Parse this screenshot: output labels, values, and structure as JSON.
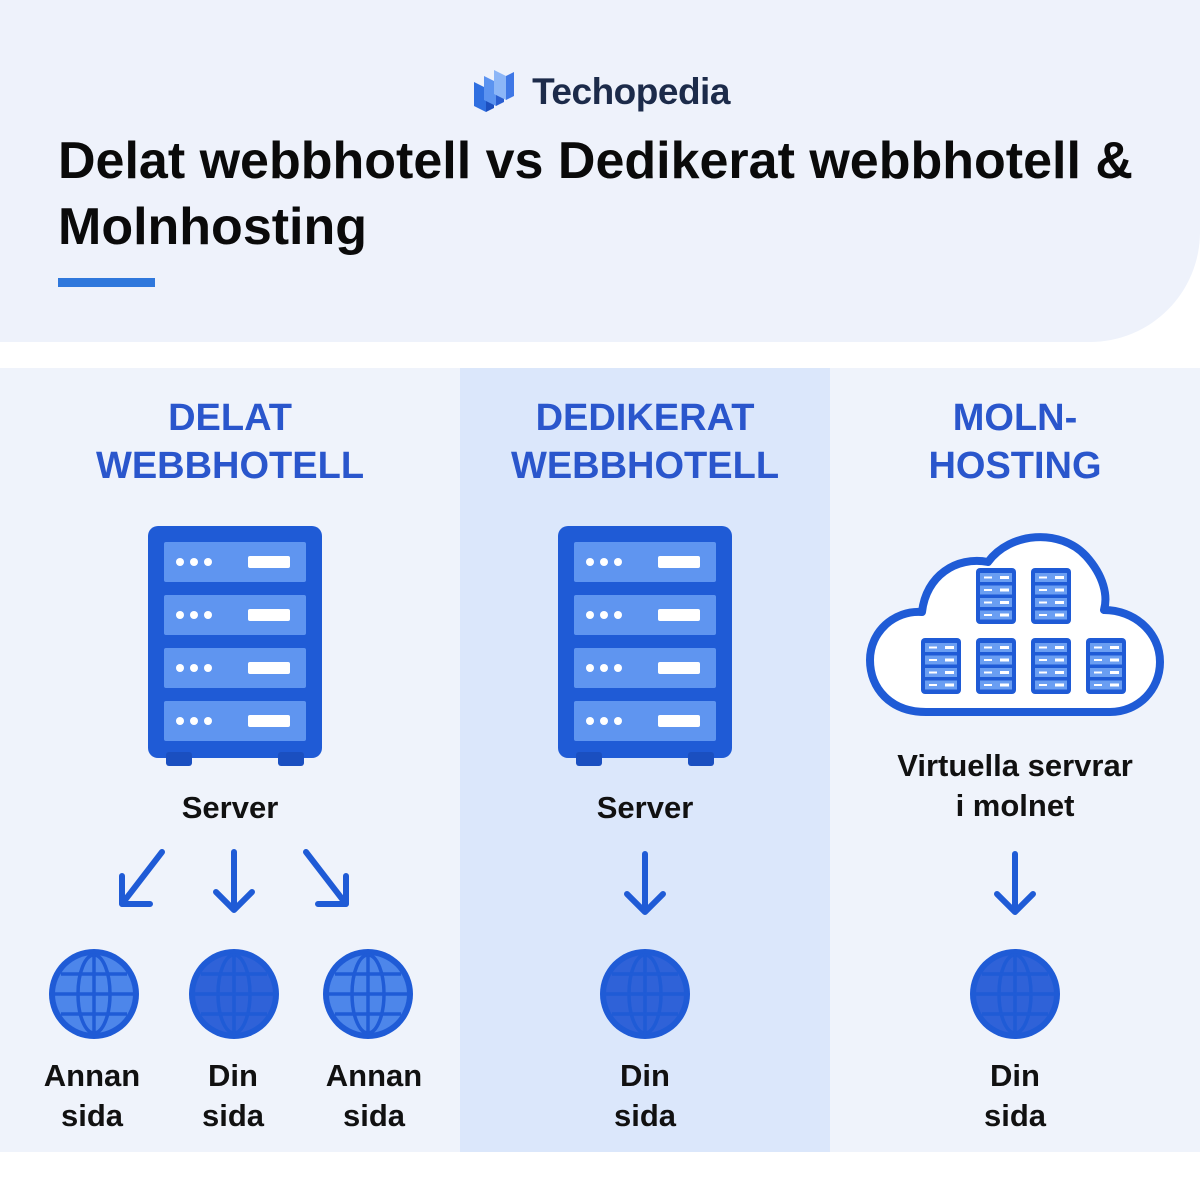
{
  "brand": {
    "name": "Techopedia"
  },
  "title": "Delat webbhotell vs Dedikerat webbhotell & Molnhosting",
  "columns": [
    {
      "heading": "DELAT\nWEBBHOTELL",
      "source_label": "Server",
      "sites": [
        "Annan\nsida",
        "Din\nsida",
        "Annan\nsida"
      ]
    },
    {
      "heading": "DEDIKERAT\nWEBBHOTELL",
      "source_label": "Server",
      "sites": [
        "Din\nsida"
      ]
    },
    {
      "heading": "MOLN-\nHOSTING",
      "source_label": "Virtuella servrar\ni molnet",
      "sites": [
        "Din\nsida"
      ]
    }
  ],
  "colors": {
    "accent": "#2f78dc",
    "heading": "#2a56cc",
    "icon_blue": "#1f5bd6",
    "globe_light": "#4d86ea",
    "globe_mid": "#3b6fe0"
  },
  "icons": {
    "logo": "techopedia-logo-icon",
    "server": "server-rack-icon",
    "cloud": "cloud-servers-icon",
    "arrow": "arrow-down-icon",
    "globe": "globe-icon"
  }
}
